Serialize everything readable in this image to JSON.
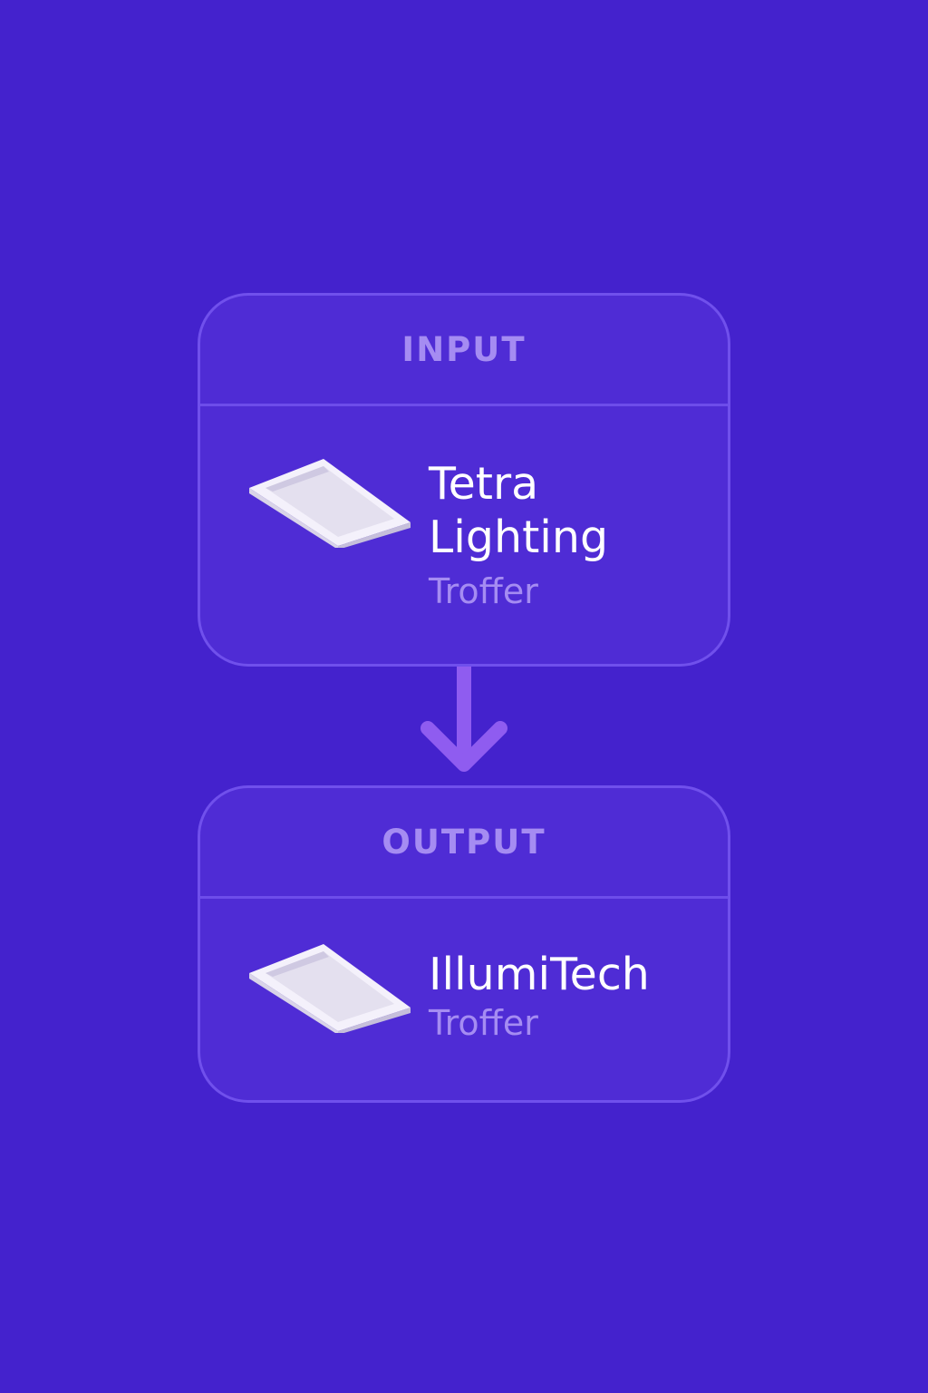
{
  "input": {
    "header": "INPUT",
    "brand": "Tetra Lighting",
    "category": "Troffer",
    "icon": "troffer-icon"
  },
  "output": {
    "header": "OUTPUT",
    "brand": "IllumiTech",
    "category": "Troffer",
    "icon": "troffer-icon"
  },
  "colors": {
    "background": "#4422cd",
    "accent": "#a58cf2",
    "arrow": "#8f5cf0",
    "text": "#ffffff"
  }
}
